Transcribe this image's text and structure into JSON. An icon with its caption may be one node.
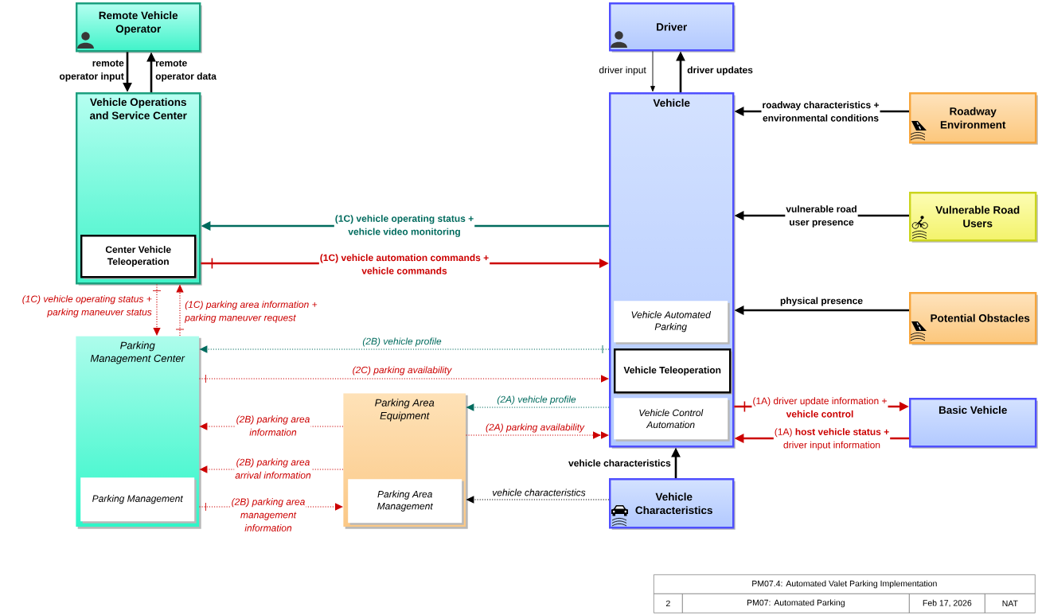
{
  "diagram": {
    "nodes": [
      {
        "text": [
          "Remote Vehicle Operator"
        ]
      },
      {
        "text": [
          "Driver"
        ]
      },
      {
        "text": [
          "Vehicle Operations and Service Center"
        ]
      },
      {
        "text": [
          "Center Vehicle Teleoperation"
        ],
        "in": 2
      },
      {
        "text": [
          "Vehicle"
        ]
      },
      {
        "text": [
          "Vehicle Automated Parking"
        ],
        "in": 4
      },
      {
        "text": [
          "Vehicle Teleoperation"
        ],
        "in": 4
      },
      {
        "text": [
          "Vehicle Control Automation"
        ],
        "in": 4
      },
      {
        "text": [
          "Roadway Environment"
        ]
      },
      {
        "text": [
          "Vulnerable Road Users"
        ]
      },
      {
        "text": [
          "Potential Obstacles"
        ]
      },
      {
        "text": [
          "Parking Management Center"
        ]
      },
      {
        "text": [
          "Parking Management"
        ],
        "in": 11
      },
      {
        "text": [
          "Parking Area Equipment"
        ]
      },
      {
        "text": [
          "Parking Area Management"
        ],
        "in": 13
      },
      {
        "text": [
          "Basic Vehicle"
        ]
      },
      {
        "text": [
          "Vehicle Characteristics"
        ]
      }
    ],
    "edges": [
      {
        "from": 0,
        "to": 2,
        "arrow": "to",
        "label": "remote operator input",
        "color": "#000000"
      },
      {
        "from": 2,
        "to": 0,
        "arrow": "to",
        "label": "remote operator data",
        "color": "#000000"
      },
      {
        "from": 1,
        "to": 4,
        "arrow": "to",
        "label": "driver input",
        "color": "#000000"
      },
      {
        "from": 4,
        "to": 1,
        "arrow": "to",
        "label": "driver updates",
        "color": "#000000"
      },
      {
        "from": 8,
        "to": 4,
        "arrow": "to",
        "label": "roadway characteristics + environmental conditions",
        "color": "#000000"
      },
      {
        "from": 9,
        "to": 4,
        "arrow": "to",
        "label": "vulnerable road user presence",
        "color": "#000000"
      },
      {
        "from": 10,
        "to": 4,
        "arrow": "to",
        "label": "physical presence",
        "color": "#000000"
      },
      {
        "from": 4,
        "to": 2,
        "arrow": "to",
        "label": "(1C) vehicle operating status + vehicle video monitoring",
        "color": "#006b5e"
      },
      {
        "from": 2,
        "to": 4,
        "arrow": "to",
        "label": "(1C) vehicle automation commands + vehicle commands"
      },
      {
        "from": 2,
        "to": 11,
        "arrow": "to",
        "label": "(1C) vehicle operating status + parking maneuver status",
        "style": "dashed"
      },
      {
        "from": 11,
        "to": 2,
        "arrow": "to",
        "label": "(1C) parking area information + parking maneuver request",
        "style": "dashed"
      },
      {
        "from": 4,
        "to": 11,
        "arrow": "to",
        "label": "(2B) vehicle profile",
        "style": "dashed",
        "color": "#006b5e"
      },
      {
        "from": 11,
        "to": 4,
        "arrow": "to",
        "label": "(2C) parking availability",
        "style": "dashed"
      },
      {
        "from": 13,
        "to": 11,
        "arrow": "to",
        "label": "(2B) parking area information",
        "style": "dashed"
      },
      {
        "from": 13,
        "to": 11,
        "arrow": "to",
        "label": "(2B) parking area arrival information",
        "style": "dashed"
      },
      {
        "from": 11,
        "to": 13,
        "arrow": "to",
        "label": "(2B) parking area management information",
        "style": "dashed"
      },
      {
        "from": 4,
        "to": 13,
        "arrow": "to",
        "label": "(2A) vehicle profile",
        "style": "dashed",
        "color": "#006b5e"
      },
      {
        "from": 13,
        "to": 4,
        "arrow": "to",
        "label": "(2A) parking availability",
        "style": "dashed"
      },
      {
        "from": 16,
        "to": 13,
        "arrow": "to",
        "label": "vehicle characteristics",
        "style": "dashed",
        "color": "#000000"
      },
      {
        "from": 16,
        "to": 4,
        "arrow": "to",
        "label": "vehicle characteristics",
        "color": "#000000"
      },
      {
        "from": 4,
        "to": 15,
        "arrow": "to",
        "label": "(1A) driver update information + **vehicle control**"
      },
      {
        "from": 15,
        "to": 4,
        "arrow": "to",
        "label": "(1A) **host vehicle status +** driver input information"
      }
    ],
    "labels": [
      "PM07.4: Automated Valet Parking Implementation",
      "2",
      "PM07: Automated Parking",
      "Feb 17, 2026",
      "NAT"
    ]
  }
}
